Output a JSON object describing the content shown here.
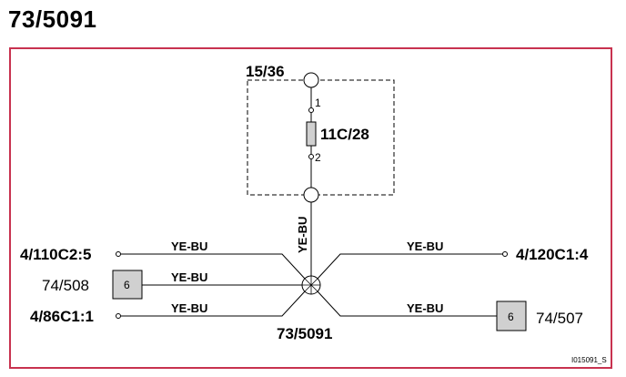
{
  "title": "73/5091",
  "colors": {
    "frame": "#c8324f",
    "box_fill": "#d0d0d0",
    "line": "#000000"
  },
  "fuse_group": {
    "label": "15/36",
    "fuse_label": "11C/28",
    "pin_top": "1",
    "pin_bottom": "2"
  },
  "wires": {
    "vertical": "YE-BU",
    "left_top": "YE-BU",
    "left_mid": "YE-BU",
    "left_bottom": "YE-BU",
    "right_top": "YE-BU",
    "right_bottom": "YE-BU"
  },
  "connectors": {
    "left_top": "4/110C2:5",
    "left_mid_ref": "74/508",
    "left_mid_box": "6",
    "left_bottom": "4/86C1:1",
    "right_top": "4/120C1:4",
    "right_bottom_box": "6",
    "right_bottom_ref": "74/507"
  },
  "splice_label": "73/5091",
  "footer_code": "I015091_S"
}
